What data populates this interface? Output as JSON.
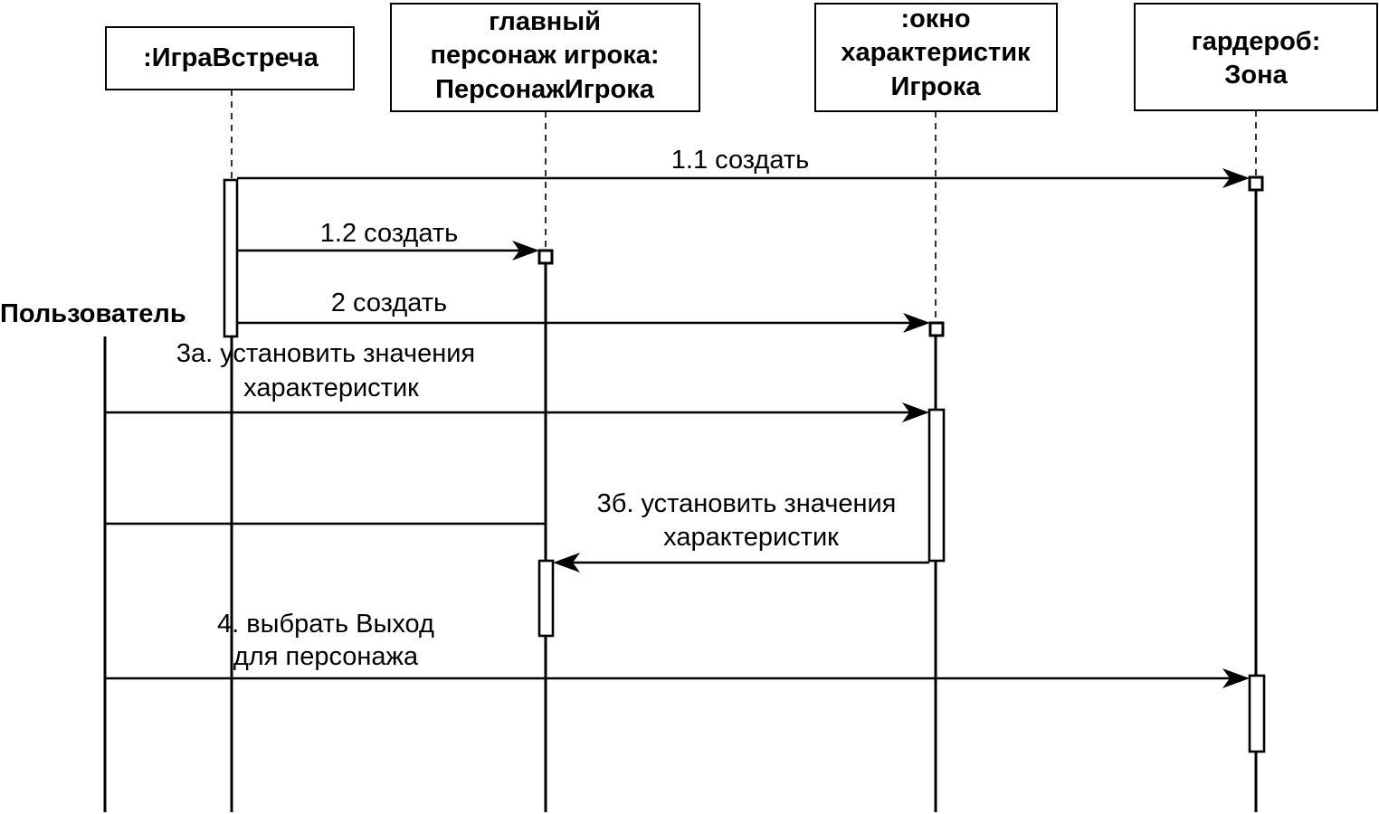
{
  "diagram": {
    "actor": {
      "label": "Пользователь"
    },
    "objects": {
      "igra_vstrecha": {
        "lines": [
          ":ИграВстреча"
        ]
      },
      "personazh": {
        "lines": [
          "главный",
          "персонаж игрока:",
          "ПерсонажИгрока"
        ]
      },
      "okno": {
        "lines": [
          ":окно",
          "характеристик",
          "Игрока"
        ]
      },
      "garderob": {
        "lines": [
          "гардероб:",
          "Зона"
        ]
      }
    },
    "messages": {
      "m1_1": {
        "lines": [
          "1.1 создать"
        ]
      },
      "m1_2": {
        "lines": [
          "1.2 создать"
        ]
      },
      "m2": {
        "lines": [
          "2 создать"
        ]
      },
      "m3a": {
        "lines": [
          "3а. установить значения",
          "характеристик"
        ]
      },
      "m3b": {
        "lines": [
          "3б. установить значения",
          "характеристик"
        ]
      },
      "m4": {
        "lines": [
          "4. выбрать Выход",
          "для персонажа"
        ]
      }
    }
  },
  "colors": {
    "stroke": "#000000",
    "background": "#ffffff"
  }
}
